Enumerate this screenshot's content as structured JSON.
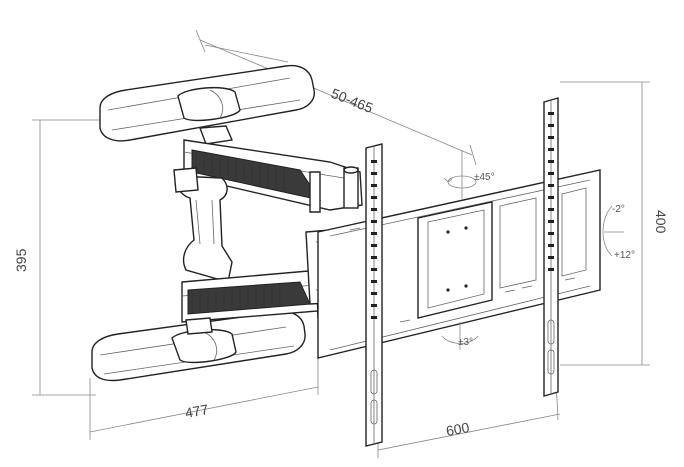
{
  "dimensions": {
    "depth_range": "50-465",
    "height_left": "395",
    "width_arm": "477",
    "width_plate": "600",
    "height_right": "400"
  },
  "angles": {
    "swivel": "±45°",
    "tilt_up": "-2°",
    "tilt_down": "+12°",
    "level": "±3°"
  }
}
